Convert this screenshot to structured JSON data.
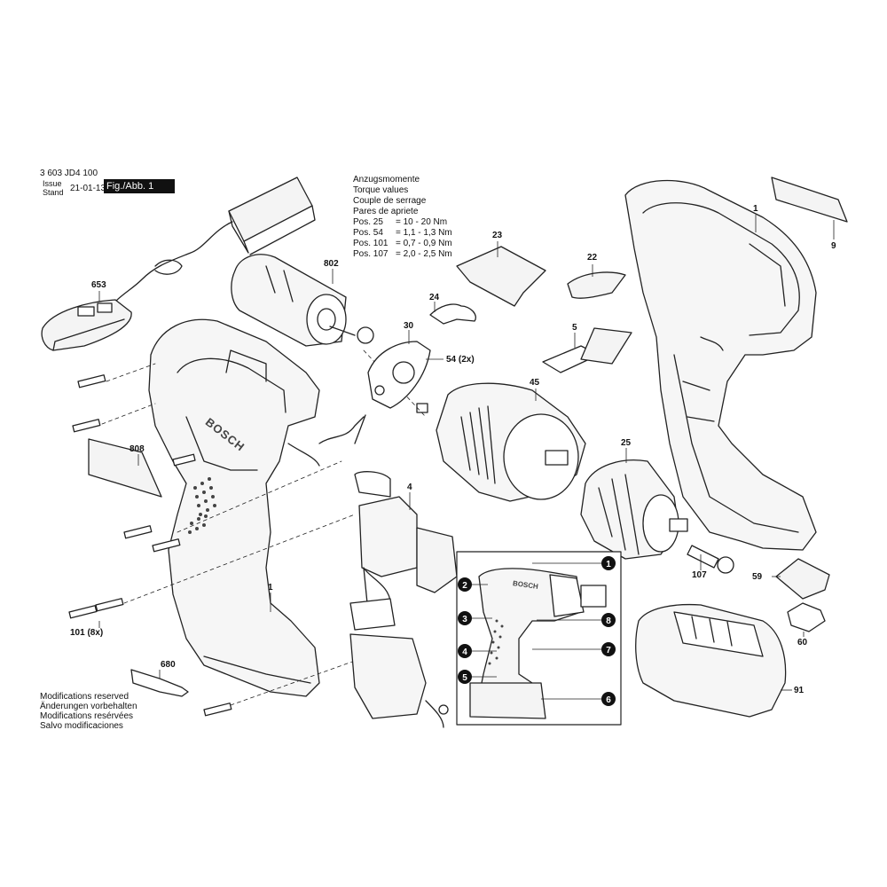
{
  "header": {
    "part_number": "3 603 JD4 100",
    "issue_label": "Issue",
    "stand_label": "Stand",
    "date": "21-01-13",
    "figure_label": "Fig./Abb. 1"
  },
  "torque": {
    "lines": [
      "Anzugsmomente",
      "Torque values",
      "Couple de serrage",
      "Pares de apriete"
    ],
    "values": [
      {
        "pos": "Pos. 25",
        "val": "= 10 - 20 Nm"
      },
      {
        "pos": "Pos. 54",
        "val": "= 1,1 - 1,3 Nm"
      },
      {
        "pos": "Pos. 101",
        "val": "= 0,7 - 0,9 Nm"
      },
      {
        "pos": "Pos. 107",
        "val": "= 2,0 - 2,5 Nm"
      }
    ]
  },
  "modifications": [
    "Modifications reserved",
    "Änderungen vorbehalten",
    "Modifications resérvées",
    "Salvo modificaciones"
  ],
  "brand": "BOSCH",
  "part_labels": [
    "1",
    "9",
    "23",
    "22",
    "802",
    "653",
    "24",
    "30",
    "54 (2x)",
    "5",
    "45",
    "808",
    "4",
    "25",
    "1",
    "107",
    "59",
    "60",
    "101 (8x)",
    "680",
    "91"
  ],
  "callouts": [
    "1",
    "2",
    "3",
    "4",
    "5",
    "6",
    "7",
    "8"
  ]
}
